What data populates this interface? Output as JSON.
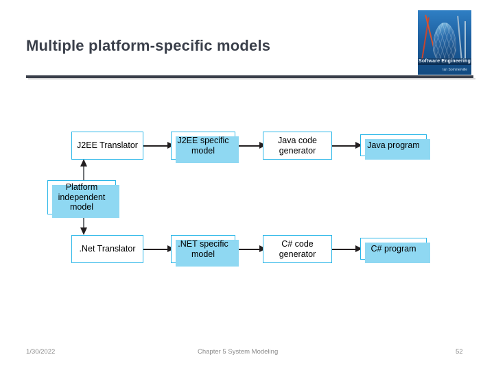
{
  "slide": {
    "title": "Multiple platform-specific models",
    "accent_color": "#29b6e8",
    "shadow_color": "#8fd8f2",
    "rule_color": "#3a3f4a",
    "background": "#ffffff"
  },
  "book_cover": {
    "title": "Software Engineering",
    "author": "Ian Sommerville"
  },
  "diagram": {
    "nodes": [
      {
        "id": "j2ee-translator",
        "label": "J2EE Translator",
        "shadow": false
      },
      {
        "id": "j2ee-specific",
        "label": "J2EE specific\nmodel",
        "shadow": true
      },
      {
        "id": "java-generator",
        "label": "Java code\ngenerator",
        "shadow": false
      },
      {
        "id": "java-program",
        "label": "Java program",
        "shadow": true
      },
      {
        "id": "platform-model",
        "label": "Platform\nindependent\nmodel",
        "shadow": true
      },
      {
        "id": "net-translator",
        "label": ".Net Translator",
        "shadow": false
      },
      {
        "id": "net-specific",
        "label": ".NET specific\nmodel",
        "shadow": true
      },
      {
        "id": "csharp-generator",
        "label": "C# code\ngenerator",
        "shadow": false
      },
      {
        "id": "csharp-program",
        "label": "C# program",
        "shadow": true
      }
    ],
    "edges": [
      {
        "from": "j2ee-translator",
        "to": "j2ee-specific",
        "direction": "right"
      },
      {
        "from": "j2ee-specific",
        "to": "java-generator",
        "direction": "right"
      },
      {
        "from": "java-generator",
        "to": "java-program",
        "direction": "right"
      },
      {
        "from": "platform-model",
        "to": "j2ee-translator",
        "direction": "up"
      },
      {
        "from": "platform-model",
        "to": "net-translator",
        "direction": "down"
      },
      {
        "from": "net-translator",
        "to": "net-specific",
        "direction": "right"
      },
      {
        "from": "net-specific",
        "to": "csharp-generator",
        "direction": "right"
      },
      {
        "from": "csharp-generator",
        "to": "csharp-program",
        "direction": "right"
      }
    ]
  },
  "footer": {
    "date": "1/30/2022",
    "center": "Chapter 5 System Modeling",
    "page": "52"
  }
}
